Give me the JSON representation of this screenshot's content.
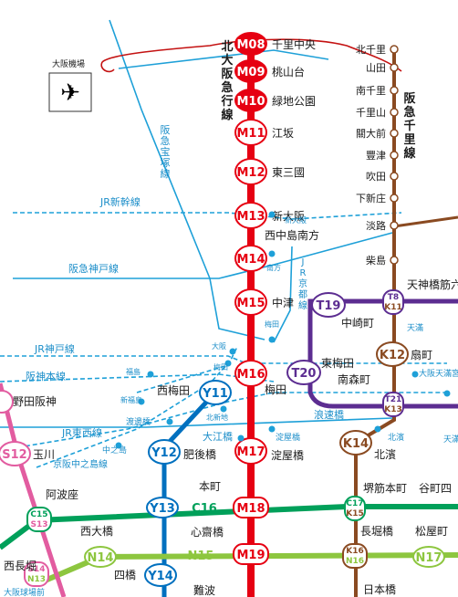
{
  "colors": {
    "midosuji": "#e60012",
    "tanimachi": "#5c2d91",
    "yotsubashi": "#0070bf",
    "sakaisuji": "#8a4a21",
    "chuo": "#00a05a",
    "nagahori": "#8dc63f",
    "sennichimae": "#e25ca0",
    "jr_private": "#1ea0d8",
    "hankyu_senri": "#8a4a21"
  },
  "lines": {
    "kita_osaka": "北大阪急行線",
    "hankyu_senri": "阪急千里線",
    "hankyu_takarazuka": "阪急宝塚線",
    "jr_shinkansen": "JR新幹線",
    "hankyu_kobe": "阪急神戸線",
    "jr_kyoto": "JR京都線",
    "jr_kobe": "JR神戸線",
    "hanshin": "阪神本線",
    "jr_tozai": "JR東西線",
    "keihan_nakanoshima": "京阪中之島線"
  },
  "airport": {
    "label": "大阪機場",
    "icon": "airplane-icon"
  },
  "midosuji_stations": [
    {
      "code": "M08",
      "name": "千里中央"
    },
    {
      "code": "M09",
      "name": "桃山台"
    },
    {
      "code": "M10",
      "name": "緑地公園"
    },
    {
      "code": "M11",
      "name": "江坂"
    },
    {
      "code": "M12",
      "name": "東三國"
    },
    {
      "code": "M13",
      "name": "新大阪"
    },
    {
      "code": "M14",
      "name": "西中島南方"
    },
    {
      "code": "M15",
      "name": "中津"
    },
    {
      "code": "M16",
      "name": "梅田"
    },
    {
      "code": "M17",
      "name": "淀屋橋"
    },
    {
      "code": "M18",
      "name": "本町"
    },
    {
      "code": "M19",
      "name": "心齋橋"
    }
  ],
  "senri_stations": [
    "北千里",
    "山田",
    "南千里",
    "千里山",
    "關大前",
    "豐津",
    "吹田",
    "下新庄",
    "淡路",
    "柴島"
  ],
  "tanimachi": {
    "t19": {
      "code": "T19",
      "name": "中崎町"
    },
    "t20": {
      "code": "T20",
      "name": "東梅田",
      "name2": "南森町"
    },
    "t21": {
      "code": "T21"
    },
    "t8": {
      "code": "T8",
      "code2": "K11",
      "name": "天神橋筋六"
    },
    "tenma": "天滿"
  },
  "sakaisuji": {
    "k12": {
      "code": "K12",
      "name": "扇町"
    },
    "k13": {
      "code": "K13"
    },
    "k14": {
      "code": "K14",
      "name": "北濱"
    },
    "c17": {
      "code": "C17",
      "code2": "K15",
      "name": "堺筋本町",
      "name2": "谷町四"
    },
    "k16": {
      "code": "K16",
      "code2": "N16",
      "name": "長堀橋"
    },
    "nihonbashi": "日本橋"
  },
  "yotsubashi": {
    "y11": {
      "code": "Y11",
      "name": "西梅田"
    },
    "y12": {
      "code": "Y12",
      "name": "肥後橋"
    },
    "y13": {
      "code": "Y13"
    },
    "y14": {
      "code": "Y14",
      "name": "四橋"
    },
    "namba": "難波"
  },
  "chuo": {
    "c15": {
      "code": "C15",
      "code2": "S13",
      "name": "阿波座"
    },
    "c16": {
      "code": "C16"
    }
  },
  "nagahori": {
    "n14": {
      "code": "N14",
      "name": "西大橋"
    },
    "n15": {
      "code": "N15"
    },
    "n17": {
      "code": "N17",
      "name": "松屋町"
    }
  },
  "sennichimae": {
    "s11": {
      "name": "野田阪神"
    },
    "s12": {
      "code": "S12",
      "name": "玉川"
    },
    "s14": {
      "code": "S14",
      "code2": "N13",
      "name": "西長堀"
    },
    "bottom": "大阪球場前"
  },
  "jr_labels": {
    "shin_osaka": "新大阪",
    "minamikata": "南方",
    "umeda_hankyu": "梅田",
    "osaka": "大阪",
    "umeda_hanshin": "梅田",
    "fukushima": "福島",
    "kitashinchi": "北新地",
    "shinfukushima": "新福島",
    "watanabebashi": "渡邊橋",
    "oebashi": "大江橋",
    "yodoyabashi": "淀屋橋",
    "naniwabashi": "浪速橋",
    "kitahama": "北濱",
    "nakanoshima": "中之島",
    "osaka_tenmangu": "大阪天滿宮",
    "tenma": "天滿",
    "temma_right": "天滿"
  }
}
